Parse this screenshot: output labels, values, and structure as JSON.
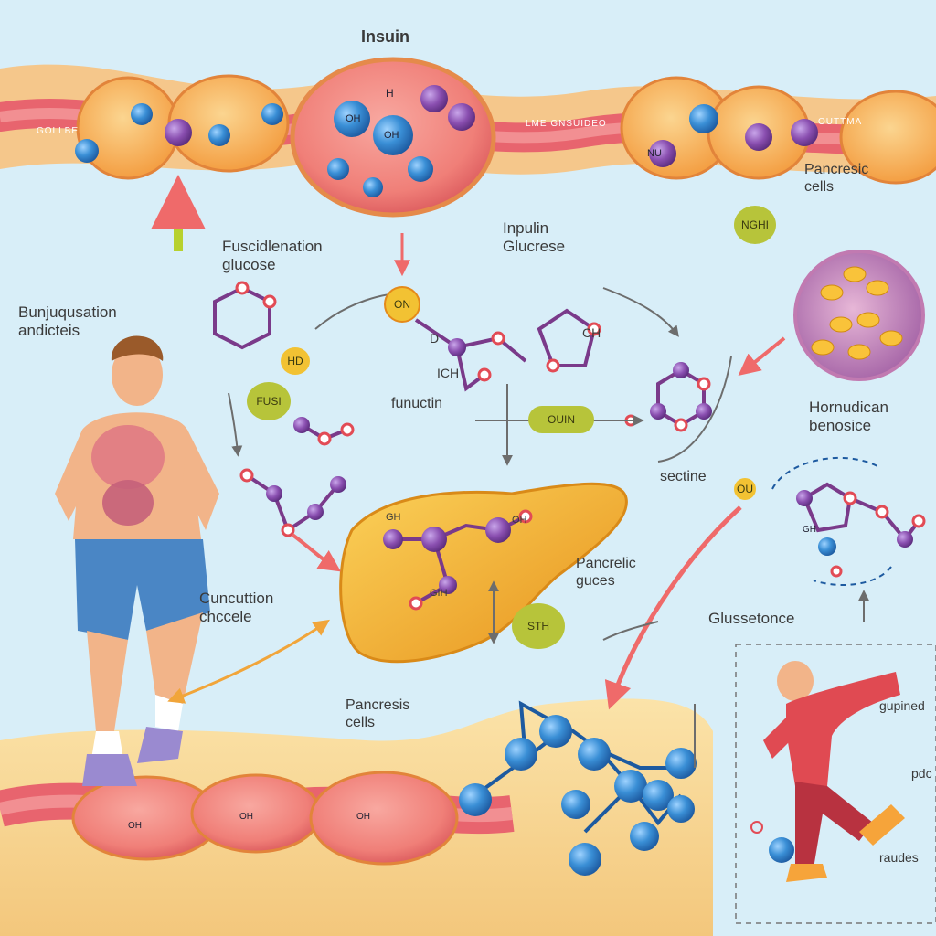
{
  "labels": {
    "insulin_top": "Insuin",
    "pancreatic_cells_right": "Pancresic\ncells",
    "nghi_badge": "NGHI",
    "fusciden": "Fuscidlenation\nglucose",
    "inpulin": "Inpulin\nGlucrese",
    "bunjuq": "Bunjuqusation\nandicteis",
    "hd_badge": "HD",
    "on_badge_top": "ON",
    "fusi_badge": "FUSI",
    "d_label": "D",
    "ch_label": "CH",
    "ich_label": "ICH",
    "funuctin": "funuctin",
    "ouin_badge": "OUIN",
    "hornulcan": "Hornudican\nbenosice",
    "sectine": "sectine",
    "ou_badge": "OU",
    "cunc": "Cuncuttion\nchccele",
    "pancrelic": "Pancrelic\nguces",
    "sth_badge": "STH",
    "glusset": "Glussetonce",
    "pancresis_cells": "Pancresis\ncells",
    "gupined": "gupined",
    "pd": "pdc",
    "raudes": "raudes",
    "liver_text_1": "GH",
    "liver_text_2": "GIH",
    "liver_text_3": "OH",
    "top_cell_text_1": "H",
    "top_cell_text_2": "OH",
    "top_cell_text_3": "OH",
    "top_cell_text_4": "NU",
    "bottom_cell_text_1": "OH",
    "bottom_cell_text_2": "OH",
    "bottom_cell_text_3": "OH",
    "vessel_text_1": "GOLLBE",
    "vessel_text_2": "LME GNSUIDEO",
    "vessel_text_3": "OUTTMA",
    "right_mol_text": "GH"
  },
  "colors": {
    "background": "#d8eef8",
    "vessel": "#e8646e",
    "cell_orange": "#f6b25a",
    "liver": "#f3ad2e",
    "molecule_blue": "#3a8fd6",
    "molecule_purple": "#8a4fb0",
    "atom_red": "#e24b55",
    "badge_green": "#b7c43a",
    "badge_yellow": "#f2c233",
    "arrow_red": "#ef6a6a",
    "arrow_orange": "#f1a53a",
    "arrow_green": "#b7d12e",
    "runner_shorts": "#4a86c5",
    "athlete_suit": "#e04a52"
  }
}
